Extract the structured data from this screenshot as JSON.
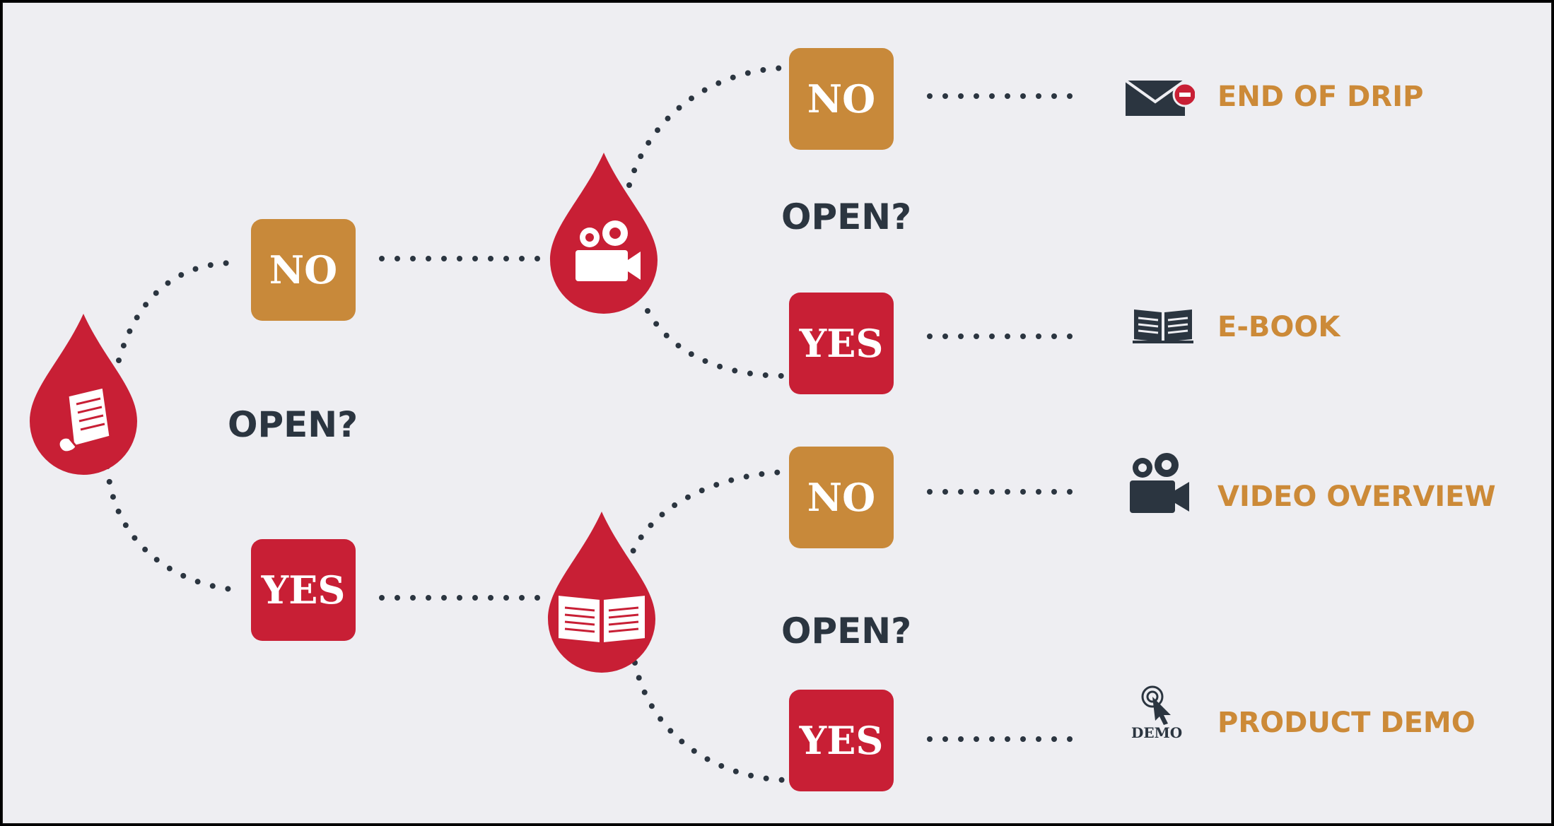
{
  "colors": {
    "no": "#c8893a",
    "yes": "#c81f35",
    "drop": "#c81f35",
    "question_text": "#2b3540",
    "outcome_text": "#cc8a38",
    "dots": "#2b3540",
    "background": "#eeeef2"
  },
  "root": {
    "icon": "scroll-icon",
    "question": "OPEN?"
  },
  "level1": {
    "no_label": "NO",
    "yes_label": "YES"
  },
  "branch_no": {
    "icon": "video-camera-icon",
    "question": "OPEN?",
    "no_label": "NO",
    "yes_label": "YES"
  },
  "branch_yes": {
    "icon": "open-book-icon",
    "question": "OPEN?",
    "no_label": "NO",
    "yes_label": "YES"
  },
  "outcomes": [
    {
      "icon": "envelope-minus-icon",
      "label": "END OF DRIP"
    },
    {
      "icon": "ebook-icon",
      "label": "E-BOOK"
    },
    {
      "icon": "video-camera-icon",
      "label": "VIDEO OVERVIEW"
    },
    {
      "icon": "demo-cursor-icon",
      "label": "PRODUCT DEMO",
      "icon_text": "DEMO"
    }
  ]
}
